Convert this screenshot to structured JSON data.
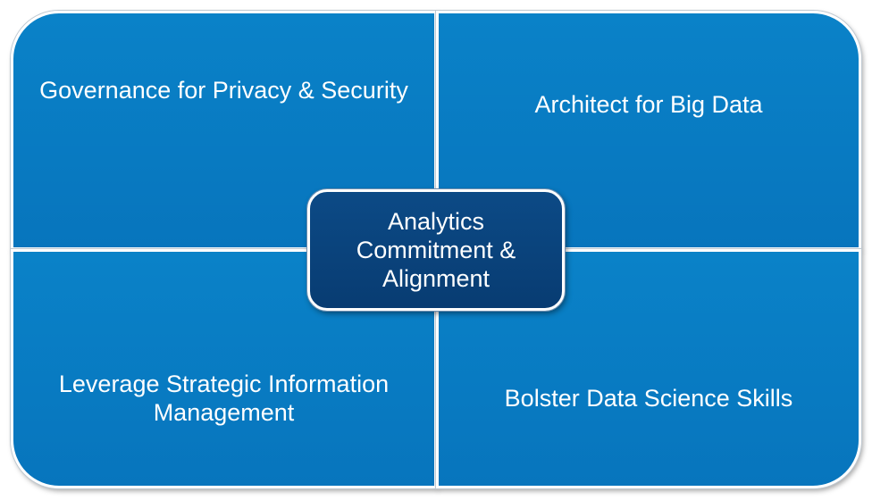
{
  "quadrants": {
    "top_left": {
      "label": "Governance for Privacy & Security"
    },
    "top_right": {
      "label": "Architect for Big Data"
    },
    "bottom_left": {
      "label": "Leverage Strategic Information Management"
    },
    "bottom_right": {
      "label": "Bolster Data Science Skills"
    }
  },
  "center": {
    "label": "Analytics Commitment & Alignment"
  },
  "colors": {
    "quadrant_fill": "#0a7ec4",
    "center_fill": "#0b4680",
    "text": "#ffffff"
  }
}
